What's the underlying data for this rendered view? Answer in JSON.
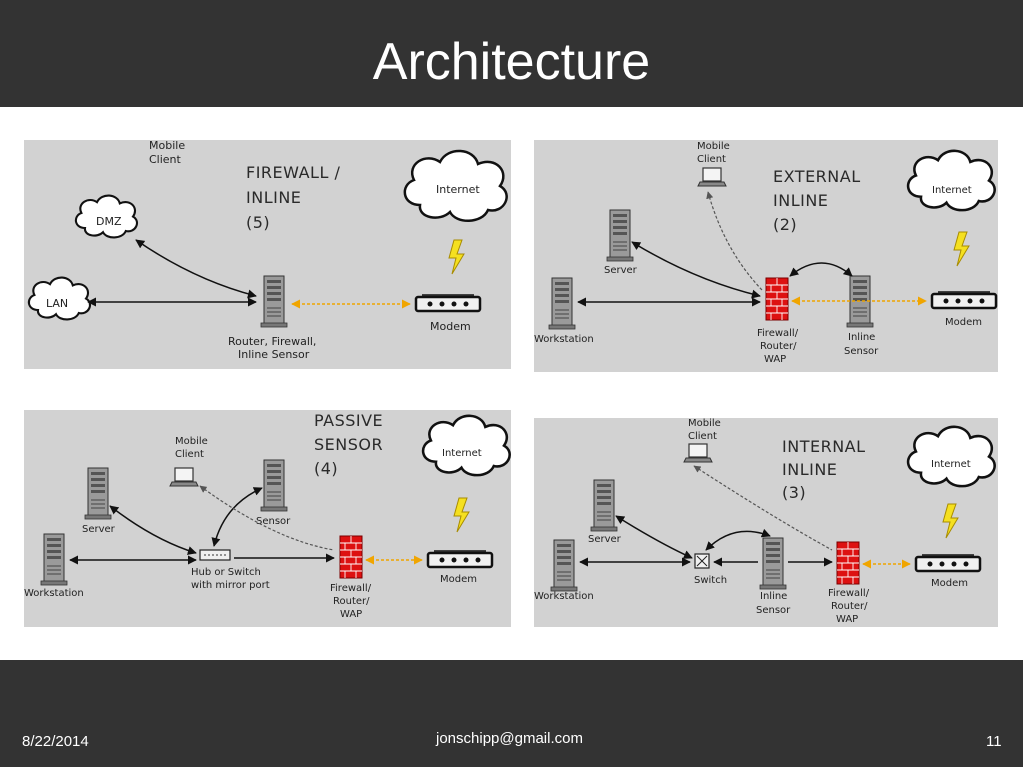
{
  "slide": {
    "title": "Architecture",
    "footer": {
      "date": "8/22/2014",
      "email": "jonschipp@gmail.com",
      "page": "11"
    }
  },
  "colors": {
    "bar": "#333333",
    "panel": "#d2d2d2",
    "firewall": "#dd1111",
    "link_orange": "#f0a500",
    "bolt": "#f5e020"
  },
  "diagrams": {
    "firewall_inline": {
      "heading": [
        "FIREWALL /",
        "INLINE",
        "(5)"
      ],
      "labels": {
        "mobile": [
          "Mobile",
          "Client"
        ],
        "dmz": "DMZ",
        "lan": "LAN",
        "internet": "Internet",
        "modem": "Modem",
        "router": [
          "Router, Firewall,",
          "Inline Sensor"
        ]
      }
    },
    "external_inline": {
      "heading": [
        "EXTERNAL",
        "INLINE",
        "(2)"
      ],
      "labels": {
        "mobile": [
          "Mobile",
          "Client"
        ],
        "server": "Server",
        "workstation": "Workstation",
        "firewall": [
          "Firewall/",
          "Router/",
          "WAP"
        ],
        "sensor": [
          "Inline",
          "Sensor"
        ],
        "internet": "Internet",
        "modem": "Modem"
      }
    },
    "passive_sensor": {
      "heading": [
        "PASSIVE",
        "SENSOR",
        "(4)"
      ],
      "labels": {
        "mobile": [
          "Mobile",
          "Client"
        ],
        "server": "Server",
        "workstation": "Workstation",
        "hub": [
          "Hub or Switch",
          "with mirror port"
        ],
        "sensor": "Sensor",
        "firewall": [
          "Firewall/",
          "Router/",
          "WAP"
        ],
        "internet": "Internet",
        "modem": "Modem"
      }
    },
    "internal_inline": {
      "heading": [
        "INTERNAL",
        "INLINE",
        "(3)"
      ],
      "labels": {
        "mobile": [
          "Mobile",
          "Client"
        ],
        "server": "Server",
        "workstation": "Workstation",
        "switch": "Switch",
        "sensor": [
          "Inline",
          "Sensor"
        ],
        "firewall": [
          "Firewall/",
          "Router/",
          "WAP"
        ],
        "internet": "Internet",
        "modem": "Modem"
      }
    }
  }
}
